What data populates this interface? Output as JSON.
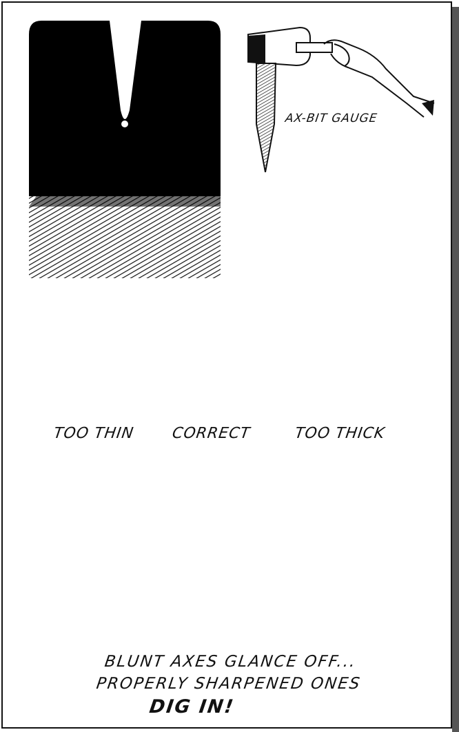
{
  "illustration": {
    "gauge_label": "AX-BIT GAUGE",
    "bit_labels": {
      "too_thin": "TOO THIN",
      "correct": "CORRECT",
      "too_thick": "TOO THICK"
    },
    "caption": {
      "line1": "BLUNT AXES GLANCE OFF...",
      "line2": "PROPERLY SHARPENED ONES",
      "line3": "DIG IN!"
    }
  }
}
